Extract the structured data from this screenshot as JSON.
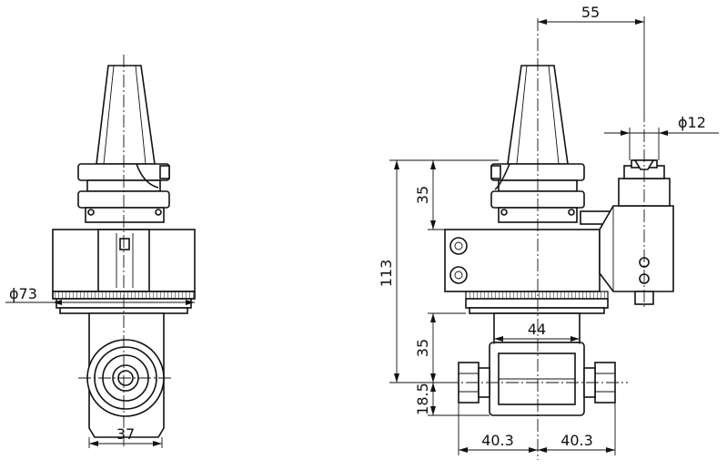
{
  "drawing": {
    "views": [
      "front-view",
      "side-view"
    ],
    "dimensions": {
      "front_diameter": "ϕ73",
      "front_width": "37",
      "side_offset": "55",
      "side_diameter": "ϕ12",
      "side_height_total": "113",
      "side_height_top": "35",
      "side_height_bottom": "35",
      "side_height_small": "18.5",
      "side_width_mid": "44",
      "side_width_left": "40.3",
      "side_width_right": "40.3"
    }
  }
}
